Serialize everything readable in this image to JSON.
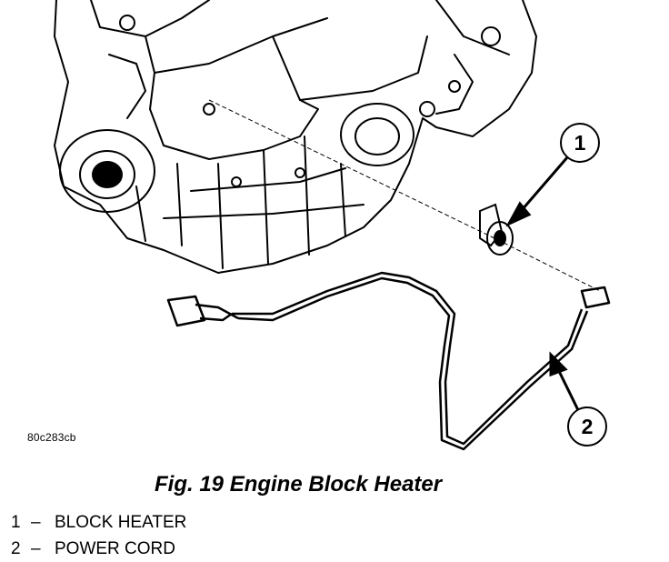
{
  "figure": {
    "code": "80c283cb",
    "caption": "Fig. 19 Engine Block Heater",
    "callouts": [
      "1",
      "2"
    ]
  },
  "legend": [
    {
      "num": "1",
      "dash": "–",
      "label": "BLOCK HEATER"
    },
    {
      "num": "2",
      "dash": "–",
      "label": "POWER CORD"
    }
  ]
}
